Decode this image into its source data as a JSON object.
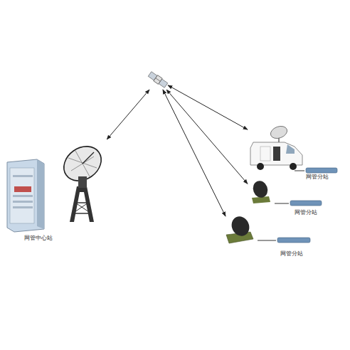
{
  "diagram": {
    "nodes": [
      {
        "text": []
      },
      {
        "text": [
          "网管中心站"
        ]
      },
      {
        "text": [
          "网管分站"
        ]
      },
      {
        "text": [
          "网管分站"
        ]
      },
      {
        "text": [
          "网管分站"
        ]
      }
    ],
    "edges": [
      {
        "from": 0,
        "to": 1,
        "arrow": "both"
      },
      {
        "from": 0,
        "to": 2,
        "arrow": "both"
      },
      {
        "from": 0,
        "to": 3,
        "arrow": "both"
      },
      {
        "from": 0,
        "to": 4,
        "arrow": "both"
      }
    ]
  }
}
